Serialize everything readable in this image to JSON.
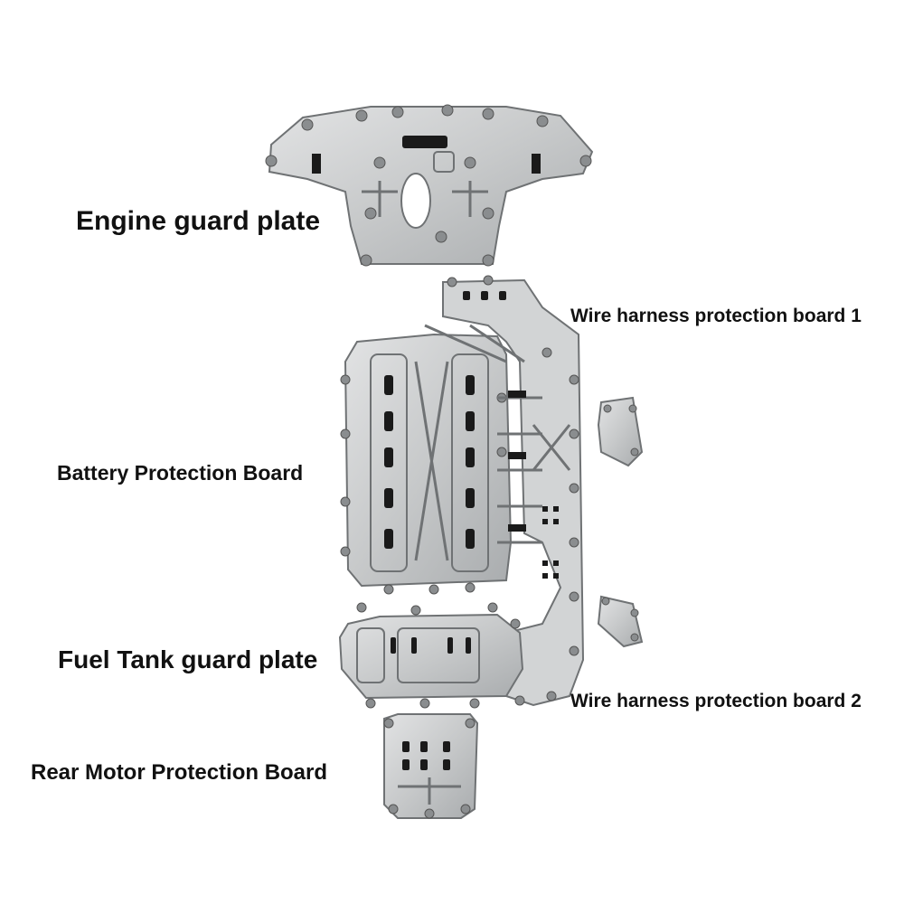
{
  "labels": {
    "engine_guard_plate": "Engine guard plate",
    "wire_harness_board_1": "Wire harness protection board 1",
    "battery_protection_board": "Battery Protection Board",
    "fuel_tank_guard_plate": "Fuel Tank guard plate",
    "wire_harness_board_2": "Wire harness protection board 2",
    "rear_motor_protection_board": "Rear Motor Protection Board"
  },
  "colors": {
    "plate_fill": "#c9cbcc",
    "plate_stroke": "#6f7274",
    "bolt_fill": "#8a8d8f",
    "slot_fill": "#1a1a1a",
    "text": "#111111"
  }
}
